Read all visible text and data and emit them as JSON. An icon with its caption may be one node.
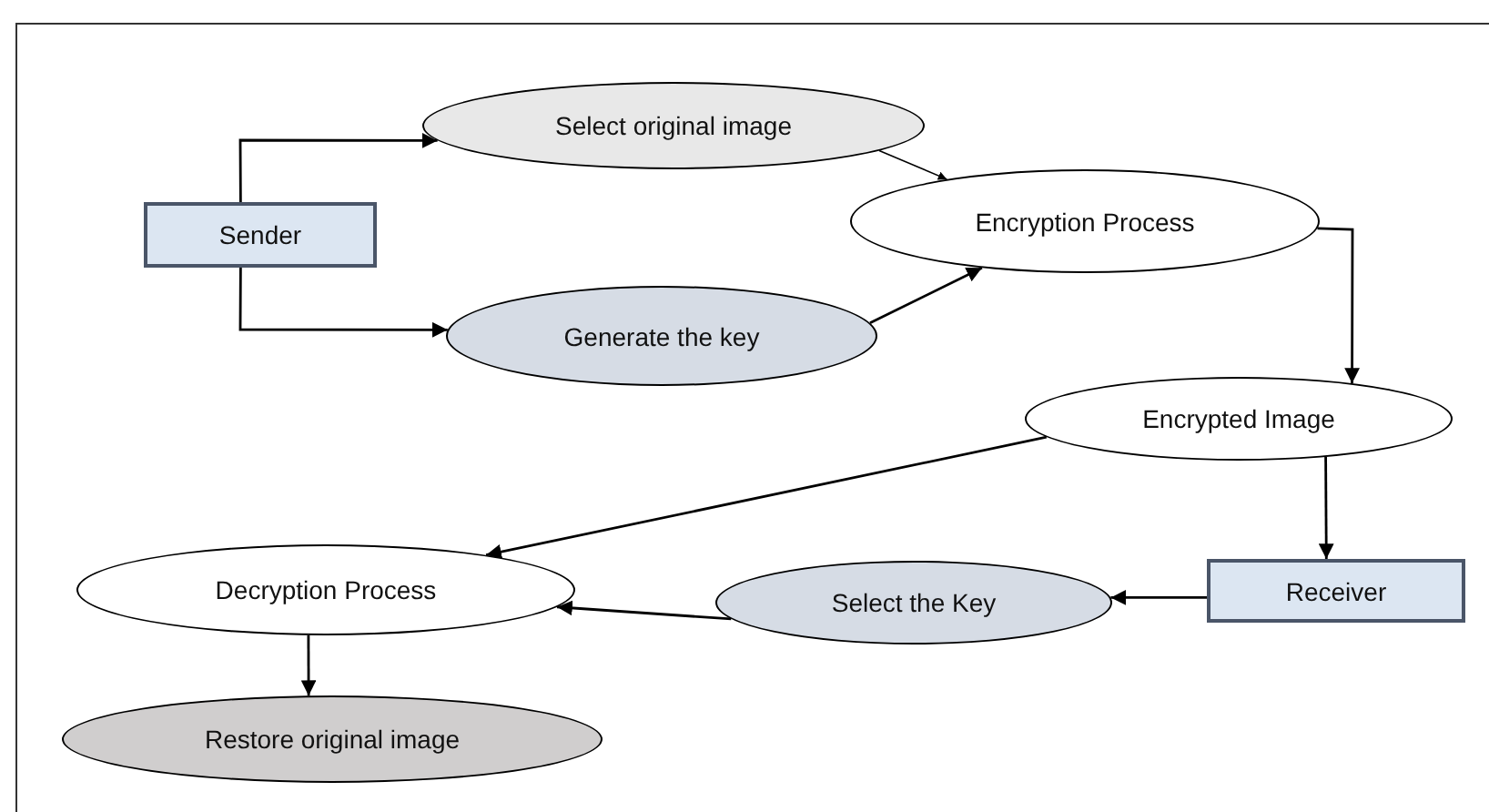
{
  "diagram": {
    "nodes": [
      {
        "text": [
          "Sender"
        ]
      },
      {
        "text": [
          "Select original image"
        ]
      },
      {
        "text": [
          "Generate the key"
        ]
      },
      {
        "text": [
          "Encryption Process"
        ]
      },
      {
        "text": [
          "Encrypted Image"
        ]
      },
      {
        "text": [
          "Decryption Process"
        ]
      },
      {
        "text": [
          "Receiver"
        ]
      },
      {
        "text": [
          "Select the Key"
        ]
      },
      {
        "text": [
          "Restore original image"
        ]
      }
    ],
    "edges": [
      {
        "from": 0,
        "to": 1,
        "arrow": "to"
      },
      {
        "from": 0,
        "to": 2,
        "arrow": "to"
      },
      {
        "from": 1,
        "to": 3,
        "arrow": "to"
      },
      {
        "from": 2,
        "to": 3,
        "arrow": "to"
      },
      {
        "from": 3,
        "to": 4,
        "arrow": "to"
      },
      {
        "from": 4,
        "to": 5,
        "arrow": "to"
      },
      {
        "from": 4,
        "to": 6,
        "arrow": "to"
      },
      {
        "from": 6,
        "to": 7,
        "arrow": "to"
      },
      {
        "from": 7,
        "to": 5,
        "arrow": "to"
      },
      {
        "from": 5,
        "to": 8,
        "arrow": "to"
      }
    ]
  }
}
